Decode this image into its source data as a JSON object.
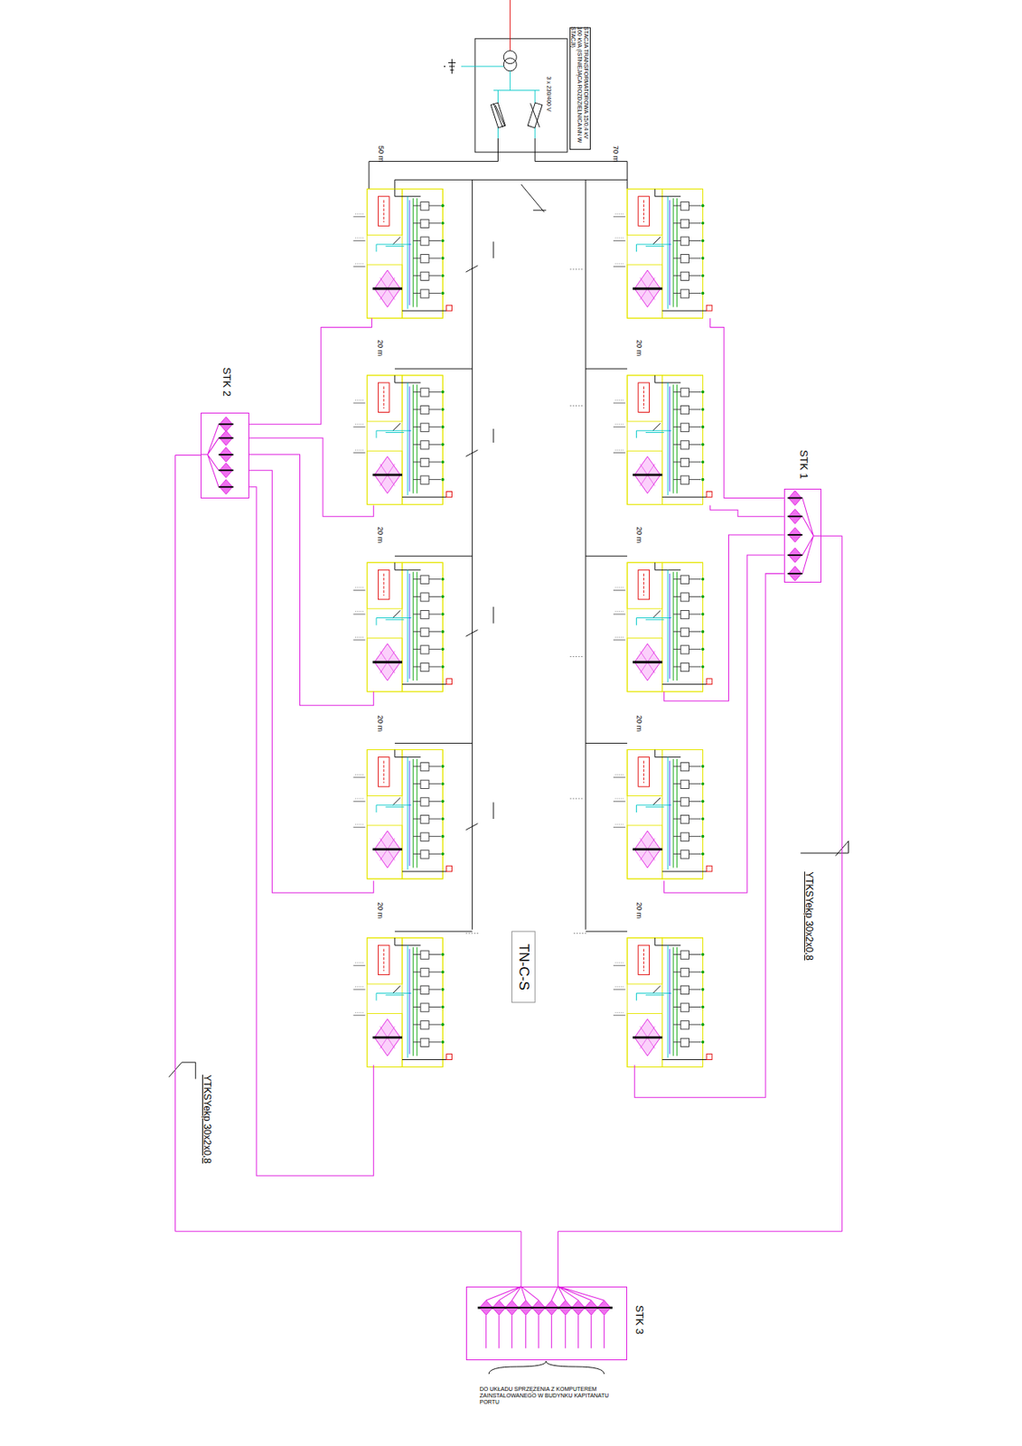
{
  "diagram": {
    "nodes": [
      {
        "text": [
          "STACJA TRANSFORMATOROWA 15/0,4 kV 160 kVA (ISTNIEJĄCA ROZDZIELNICA NN W STACJI)",
          "3 x 230/400 V"
        ]
      },
      {
        "text": [
          "STK 2"
        ]
      },
      {
        "text": [
          "STK 1"
        ]
      },
      {
        "text": [
          "STK 3"
        ]
      }
    ],
    "edges": [
      {
        "from": 1,
        "to": 3,
        "arrow": "none",
        "label": "YTKSYekp 30x2x0,8"
      },
      {
        "from": 2,
        "to": 3,
        "arrow": "none",
        "label": "YTKSYekp 30x2x0,8"
      }
    ],
    "labels": [
      "50 m",
      "70 m",
      "20 m",
      "20 m",
      "20 m",
      "20 m",
      "20 m",
      "20 m",
      "20 m",
      "20 m",
      "TN-C-S",
      "DO UKŁADU SPRZĘŻENIA Z KOMPUTEREM ZAINSTALOWANEGO W BUDYNKU KAPITANATU PORTU"
    ]
  }
}
